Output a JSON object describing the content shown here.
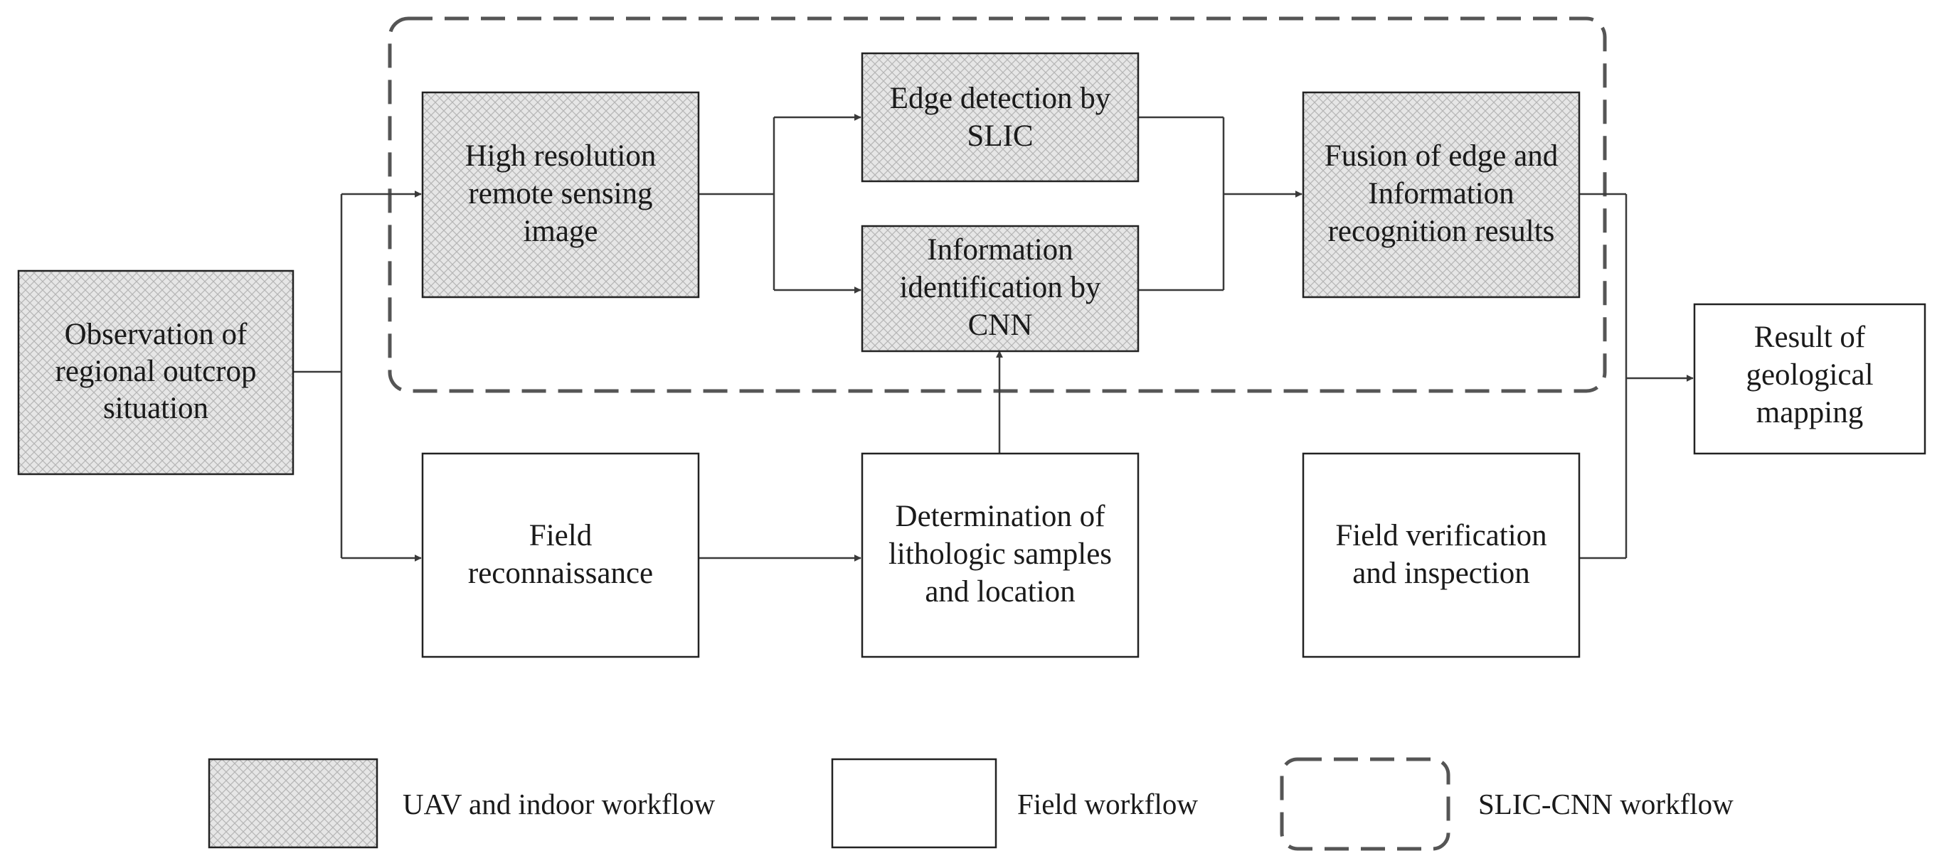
{
  "nodes": {
    "observation": [
      "Observation of",
      "regional outcrop",
      "situation"
    ],
    "high_res": [
      "High resolution",
      "remote sensing",
      "image"
    ],
    "edge_detection": [
      "Edge detection by",
      "SLIC"
    ],
    "info_identification": [
      "Information",
      "identification by",
      "CNN"
    ],
    "fusion": [
      "Fusion of edge and",
      "Information",
      "recognition results"
    ],
    "result": [
      "Result of",
      "geological",
      "mapping"
    ],
    "field_recon": [
      "Field",
      "reconnaissance"
    ],
    "determination": [
      "Determination of",
      "lithologic samples",
      "and location"
    ],
    "field_verification": [
      "Field verification",
      "and inspection"
    ]
  },
  "legend": {
    "uav": "UAV and indoor workflow",
    "field": "Field workflow",
    "slic_cnn": "SLIC-CNN workflow"
  },
  "colors": {
    "hatch_bg": "#e6e6e6",
    "hatch_line": "#b5b5b5",
    "stroke": "#222222",
    "dashed": "#555555"
  }
}
